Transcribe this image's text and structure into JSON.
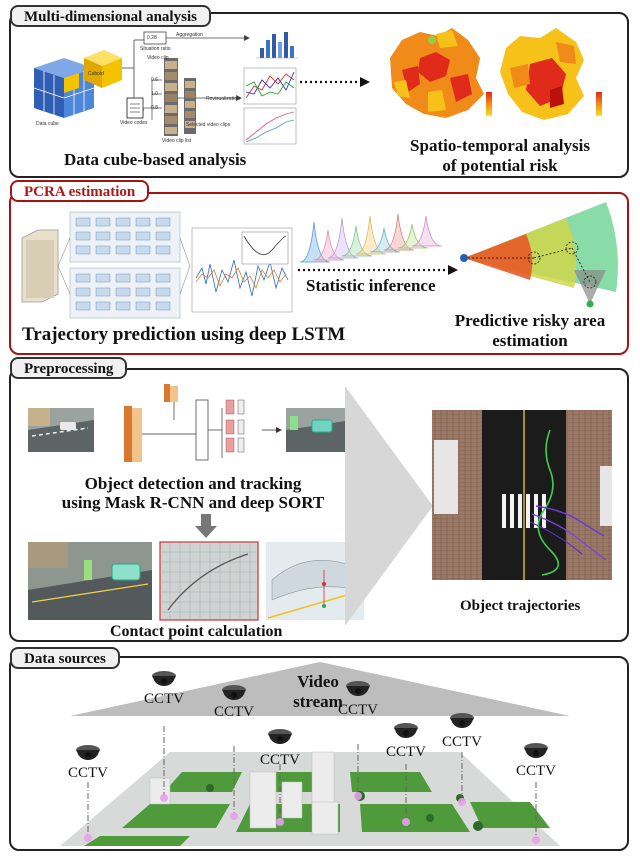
{
  "sections": {
    "multidim": {
      "tab": "Multi-dimensional analysis",
      "left_caption": "Data cube-based analysis",
      "right_caption_line1": "Spatio-temporal analysis",
      "right_caption_line2": "of potential risk",
      "cube_label": "Data cube",
      "cuboid_label": "Cuboid",
      "sit_value": "0.28",
      "sit_label": "Situation ratio",
      "aggregation": "Aggregation",
      "videocode_label": "Video codes",
      "videocode_values": [
        "0.6",
        "1.0",
        "0.8"
      ],
      "clip_label": "Video clip",
      "cliplist_label": "Video clip list",
      "selected_label": "Selected video clips",
      "revis_label": "Revisualization"
    },
    "pcra": {
      "tab": "PCRA estimation",
      "left_caption": "Trajectory prediction using deep LSTM",
      "middle_caption": "Statistic inference",
      "right_caption_line1": "Predictive risky area",
      "right_caption_line2": "estimation"
    },
    "preprocessing": {
      "tab": "Preprocessing",
      "caption_line1": "Object detection and tracking",
      "caption_line2": "using Mask R-CNN and deep SORT",
      "contact_caption": "Contact point calculation",
      "traj_caption": "Object trajectories"
    },
    "datasources": {
      "tab": "Data sources",
      "video_line1": "Video",
      "video_line2": "stream",
      "cctv_labels": [
        "CCTV",
        "CCTV",
        "CCTV",
        "CCTV",
        "CCTV",
        "CCTV",
        "CCTV",
        "CCTV"
      ]
    }
  },
  "colors": {
    "panel_border": "#222222",
    "pcra_border": "#a31515",
    "cube_blue": "#3a73c8",
    "cube_yellow": "#f3c200",
    "map_red": "#e02a1a",
    "map_orange": "#f08a18",
    "map_yellow": "#f6c21a"
  }
}
